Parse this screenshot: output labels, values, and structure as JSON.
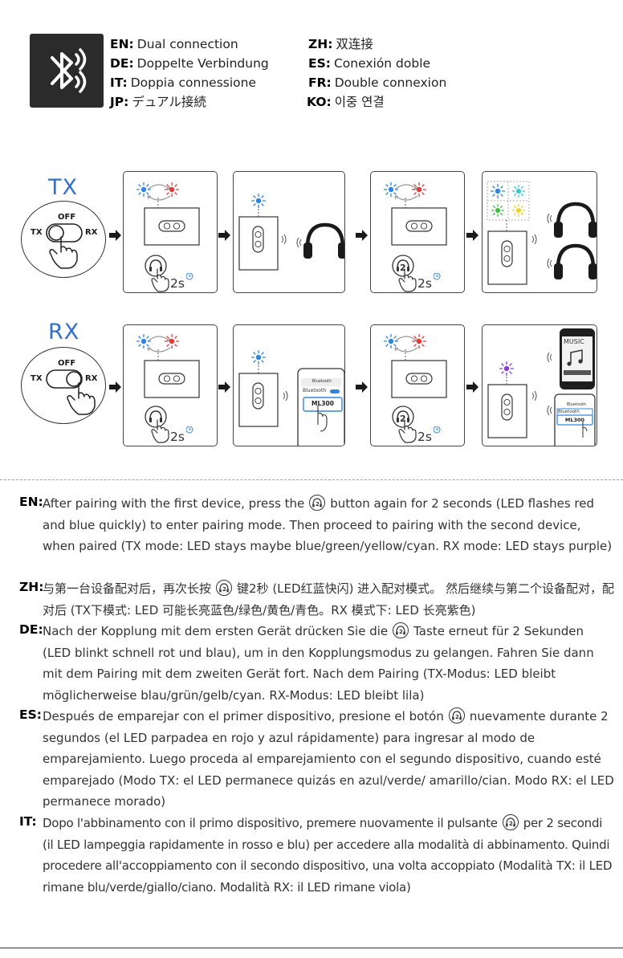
{
  "header": {
    "icon": "bluetooth-dual-icon",
    "languages": [
      {
        "code": "EN:",
        "text": "Dual connection"
      },
      {
        "code": "ZH:",
        "text": "双连接"
      },
      {
        "code": "DE:",
        "text": "Doppelte Verbindung"
      },
      {
        "code": "ES:",
        "text": "Conexión doble"
      },
      {
        "code": "IT:",
        "text": "Doppia connessione"
      },
      {
        "code": "FR:",
        "text": "Double connexion"
      },
      {
        "code": "JP:",
        "text": "デュアル接続"
      },
      {
        "code": "KO:",
        "text": "이중 연결"
      }
    ]
  },
  "diagram": {
    "rows": [
      {
        "mode": "TX",
        "switch": {
          "left": "TX",
          "mid": "OFF",
          "right": "RX"
        },
        "hold_time_1": "2s",
        "hold_time_2": "2s"
      },
      {
        "mode": "RX",
        "switch": {
          "left": "TX",
          "mid": "OFF",
          "right": "RX"
        },
        "hold_time_1": "2s",
        "hold_time_2": "2s",
        "phone": {
          "bluetooth_label": "Bluetooth",
          "device_name": "ML300",
          "music_label": "MUSIC"
        }
      }
    ],
    "led_colors": {
      "blue": "#2f86e0",
      "red": "#e23a3a",
      "cyan": "#2fc6d6",
      "green": "#3bbf3b",
      "yellow": "#f0d020",
      "purple": "#8b3fd0"
    }
  },
  "instructions": [
    {
      "lang": "EN:",
      "text": [
        "After pairing with the first device, press the",
        "button again for 2 seconds (LED flashes red and blue quickly) to enter pairing mode. Then proceed to pairing with the second device, when paired (TX mode: LED stays maybe blue/green/yellow/cyan. RX mode: LED stays purple)"
      ]
    },
    {
      "lang": "ZH:",
      "text": [
        "与第一台设备配对后，再次长按",
        "键2秒 (LED红蓝快闪) 进入配对模式。 然后继续与第二个设备配对，配对后 (TX下模式: LED 可能长亮蓝色/绿色/黄色/青色。RX 模式下: LED 长亮紫色)"
      ]
    },
    {
      "lang": "DE:",
      "text": [
        "Nach der Kopplung mit dem ersten Gerät drücken Sie die",
        "Taste erneut für 2 Sekunden (LED blinkt schnell rot und blau), um in den Kopplungsmodus zu gelangen. Fahren Sie dann mit dem Pairing mit dem zweiten Gerät fort. Nach dem Pairing (TX-Modus: LED bleibt möglicherweise blau/grün/gelb/cyan. RX-Modus: LED bleibt lila)"
      ]
    },
    {
      "lang": "ES:",
      "text": [
        "Después de emparejar con el primer dispositivo, presione el botón",
        "nuevamente durante 2 segundos (el LED parpadea en rojo y azul rápidamente) para ingresar al modo de emparejamiento. Luego proceda al emparejamiento con el segundo dispositivo, cuando esté emparejado (Modo TX: el LED permanece quizás en azul/verde/ amarillo/cian. Modo RX: el LED permanece morado)"
      ]
    },
    {
      "lang": "IT:",
      "text": [
        "Dopo l'abbinamento con il primo dispositivo, premere nuovamente il pulsante",
        "per 2 secondi (il LED lampeggia rapidamente in rosso e blu) per accedere alla modalità di abbinamento. Quindi procedere all'accoppiamento con il secondo dispositivo, una volta accoppiato (Modalità TX: il LED rimane blu/verde/giallo/ciano. Modalità RX: il LED rimane viola)"
      ]
    }
  ]
}
